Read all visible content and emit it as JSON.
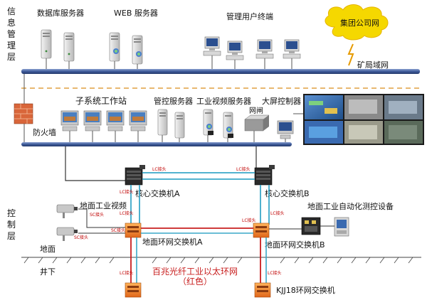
{
  "layers": {
    "info_layer": [
      "信",
      "息",
      "管",
      "理",
      "层"
    ],
    "control_layer": [
      "控",
      "制",
      "层"
    ]
  },
  "labels": {
    "db_server": "数据库服务器",
    "web_server": "WEB 服务器",
    "mgmt_terminal": "管理用户终端",
    "group_network": "集团公司网",
    "mine_wan": "矿局域网",
    "firewall": "防火墙",
    "subsystem_ws": "子系统工作站",
    "mgmt_server": "管控服务器",
    "video_server": "工业视频服务器",
    "gateway": "网闸",
    "screen_ctrl": "大屏控制器",
    "core_a": "核心交换机A",
    "core_b": "核心交换机B",
    "surface_video": "地面工业视频",
    "surface_auto": "地面工业自动化测控设备",
    "ground": "地面",
    "surface_ring_a": "地面环网交换机A",
    "surface_ring_b": "地面环网交换机B",
    "underground": "井下",
    "ring_title": "百兆光纤工业以太环网",
    "ring_color": "（红色）",
    "kjj18": "KJJ18环网交换机",
    "lc_connector": "LC接头",
    "sc_connector": "SC接头"
  },
  "colors": {
    "bus_blue": "#3d5a99",
    "fiber_cyan": "#3aa8c8",
    "ring_red": "#c81e1e",
    "cloud_yellow": "#f5d800",
    "switch_orange": "#f07a1a",
    "layer_divider": "#e0a040"
  },
  "icons": {
    "server": "server-tower-icon",
    "terminal": "desktop-terminal-icon",
    "firewall": "brick-firewall-icon",
    "switch": "network-switch-icon",
    "camera": "surveillance-camera-icon"
  }
}
